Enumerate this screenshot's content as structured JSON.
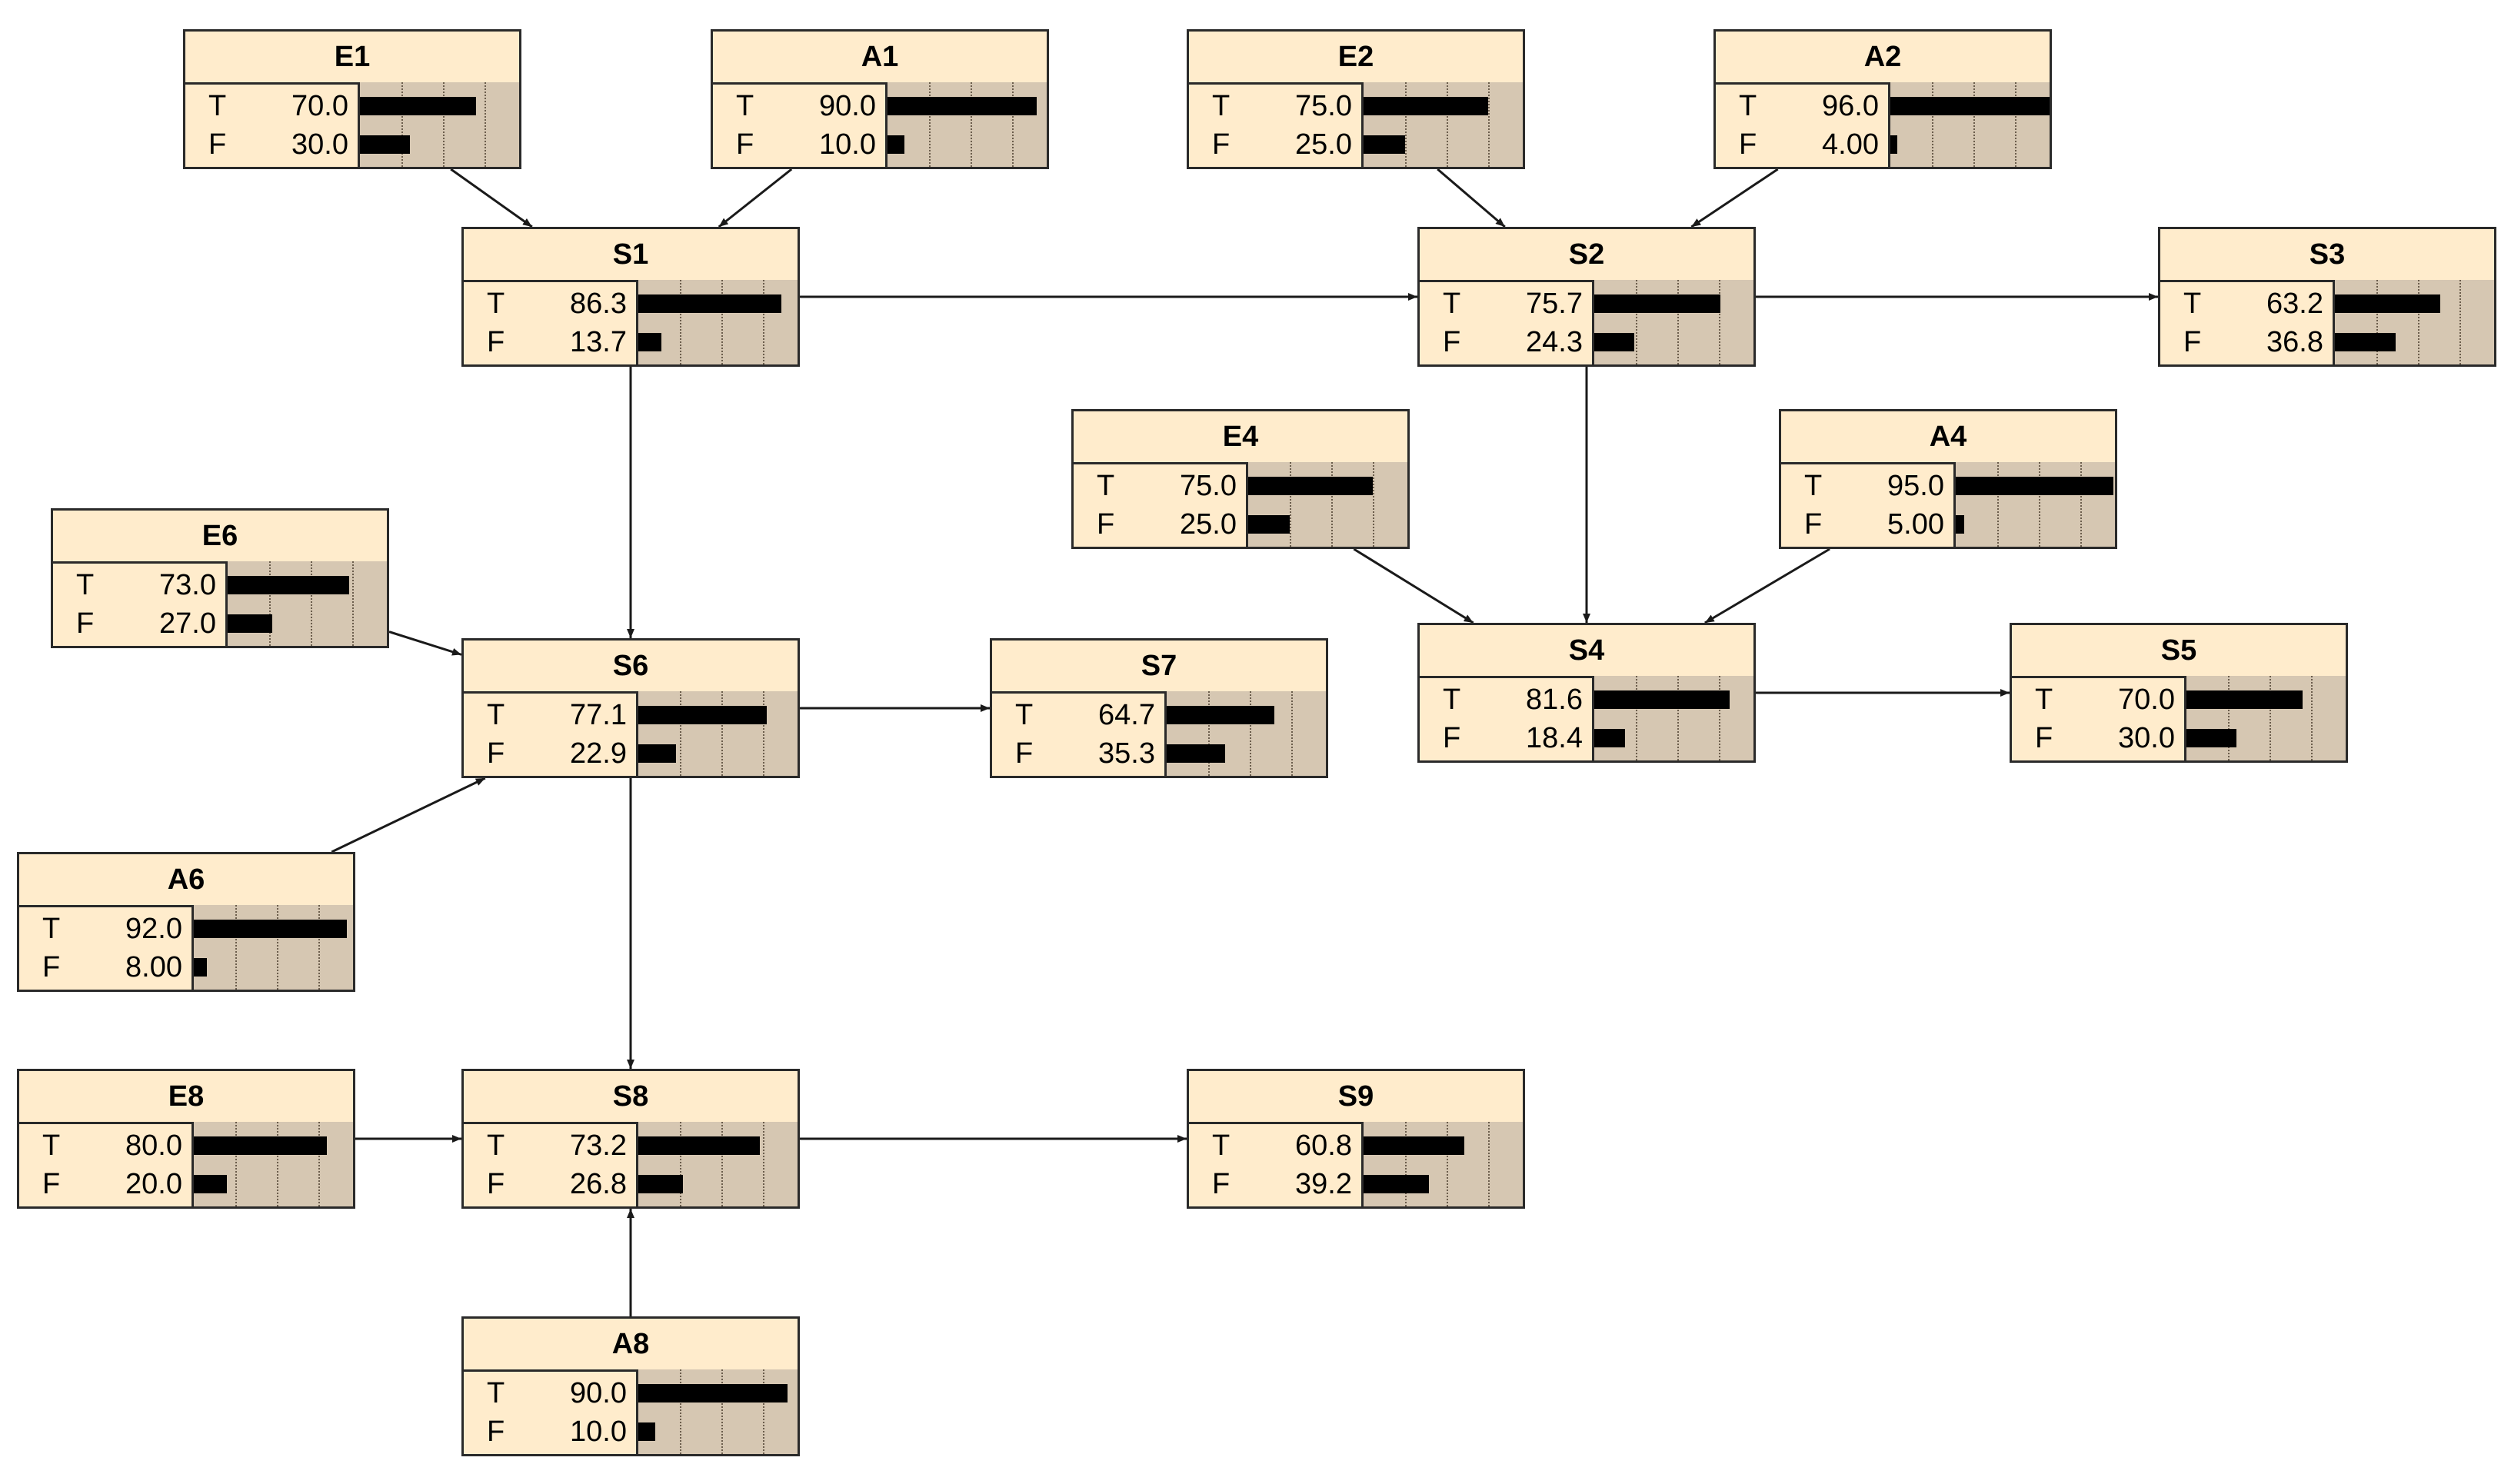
{
  "colors": {
    "node_header": "#ffeccc",
    "bar_background": "#d6c7b2",
    "bar": "#000000",
    "edge": "#1a1a1a"
  },
  "nodes": [
    {
      "id": "E1",
      "title": "E1",
      "states": [
        {
          "label": "T",
          "value": "70.0"
        },
        {
          "label": "F",
          "value": "30.0"
        }
      ]
    },
    {
      "id": "A1",
      "title": "A1",
      "states": [
        {
          "label": "T",
          "value": "90.0"
        },
        {
          "label": "F",
          "value": "10.0"
        }
      ]
    },
    {
      "id": "E2",
      "title": "E2",
      "states": [
        {
          "label": "T",
          "value": "75.0"
        },
        {
          "label": "F",
          "value": "25.0"
        }
      ]
    },
    {
      "id": "A2",
      "title": "A2",
      "states": [
        {
          "label": "T",
          "value": "96.0"
        },
        {
          "label": "F",
          "value": "4.00"
        }
      ]
    },
    {
      "id": "S1",
      "title": "S1",
      "states": [
        {
          "label": "T",
          "value": "86.3"
        },
        {
          "label": "F",
          "value": "13.7"
        }
      ]
    },
    {
      "id": "S2",
      "title": "S2",
      "states": [
        {
          "label": "T",
          "value": "75.7"
        },
        {
          "label": "F",
          "value": "24.3"
        }
      ]
    },
    {
      "id": "S3",
      "title": "S3",
      "states": [
        {
          "label": "T",
          "value": "63.2"
        },
        {
          "label": "F",
          "value": "36.8"
        }
      ]
    },
    {
      "id": "E4",
      "title": "E4",
      "states": [
        {
          "label": "T",
          "value": "75.0"
        },
        {
          "label": "F",
          "value": "25.0"
        }
      ]
    },
    {
      "id": "A4",
      "title": "A4",
      "states": [
        {
          "label": "T",
          "value": "95.0"
        },
        {
          "label": "F",
          "value": "5.00"
        }
      ]
    },
    {
      "id": "E6",
      "title": "E6",
      "states": [
        {
          "label": "T",
          "value": "73.0"
        },
        {
          "label": "F",
          "value": "27.0"
        }
      ]
    },
    {
      "id": "S6",
      "title": "S6",
      "states": [
        {
          "label": "T",
          "value": "77.1"
        },
        {
          "label": "F",
          "value": "22.9"
        }
      ]
    },
    {
      "id": "S7",
      "title": "S7",
      "states": [
        {
          "label": "T",
          "value": "64.7"
        },
        {
          "label": "F",
          "value": "35.3"
        }
      ]
    },
    {
      "id": "S4",
      "title": "S4",
      "states": [
        {
          "label": "T",
          "value": "81.6"
        },
        {
          "label": "F",
          "value": "18.4"
        }
      ]
    },
    {
      "id": "S5",
      "title": "S5",
      "states": [
        {
          "label": "T",
          "value": "70.0"
        },
        {
          "label": "F",
          "value": "30.0"
        }
      ]
    },
    {
      "id": "A6",
      "title": "A6",
      "states": [
        {
          "label": "T",
          "value": "92.0"
        },
        {
          "label": "F",
          "value": "8.00"
        }
      ]
    },
    {
      "id": "E8",
      "title": "E8",
      "states": [
        {
          "label": "T",
          "value": "80.0"
        },
        {
          "label": "F",
          "value": "20.0"
        }
      ]
    },
    {
      "id": "S8",
      "title": "S8",
      "states": [
        {
          "label": "T",
          "value": "73.2"
        },
        {
          "label": "F",
          "value": "26.8"
        }
      ]
    },
    {
      "id": "S9",
      "title": "S9",
      "states": [
        {
          "label": "T",
          "value": "60.8"
        },
        {
          "label": "F",
          "value": "39.2"
        }
      ]
    },
    {
      "id": "A8",
      "title": "A8",
      "states": [
        {
          "label": "T",
          "value": "90.0"
        },
        {
          "label": "F",
          "value": "10.0"
        }
      ]
    }
  ],
  "edges": [
    {
      "from": "E1",
      "to": "S1"
    },
    {
      "from": "A1",
      "to": "S1"
    },
    {
      "from": "E2",
      "to": "S2"
    },
    {
      "from": "A2",
      "to": "S2"
    },
    {
      "from": "S1",
      "to": "S2"
    },
    {
      "from": "S2",
      "to": "S3"
    },
    {
      "from": "S1",
      "to": "S6"
    },
    {
      "from": "S2",
      "to": "S4"
    },
    {
      "from": "E4",
      "to": "S4"
    },
    {
      "from": "A4",
      "to": "S4"
    },
    {
      "from": "S4",
      "to": "S5"
    },
    {
      "from": "E6",
      "to": "S6"
    },
    {
      "from": "A6",
      "to": "S6"
    },
    {
      "from": "S6",
      "to": "S7"
    },
    {
      "from": "S6",
      "to": "S8"
    },
    {
      "from": "E8",
      "to": "S8"
    },
    {
      "from": "A8",
      "to": "S8"
    },
    {
      "from": "S8",
      "to": "S9"
    }
  ]
}
